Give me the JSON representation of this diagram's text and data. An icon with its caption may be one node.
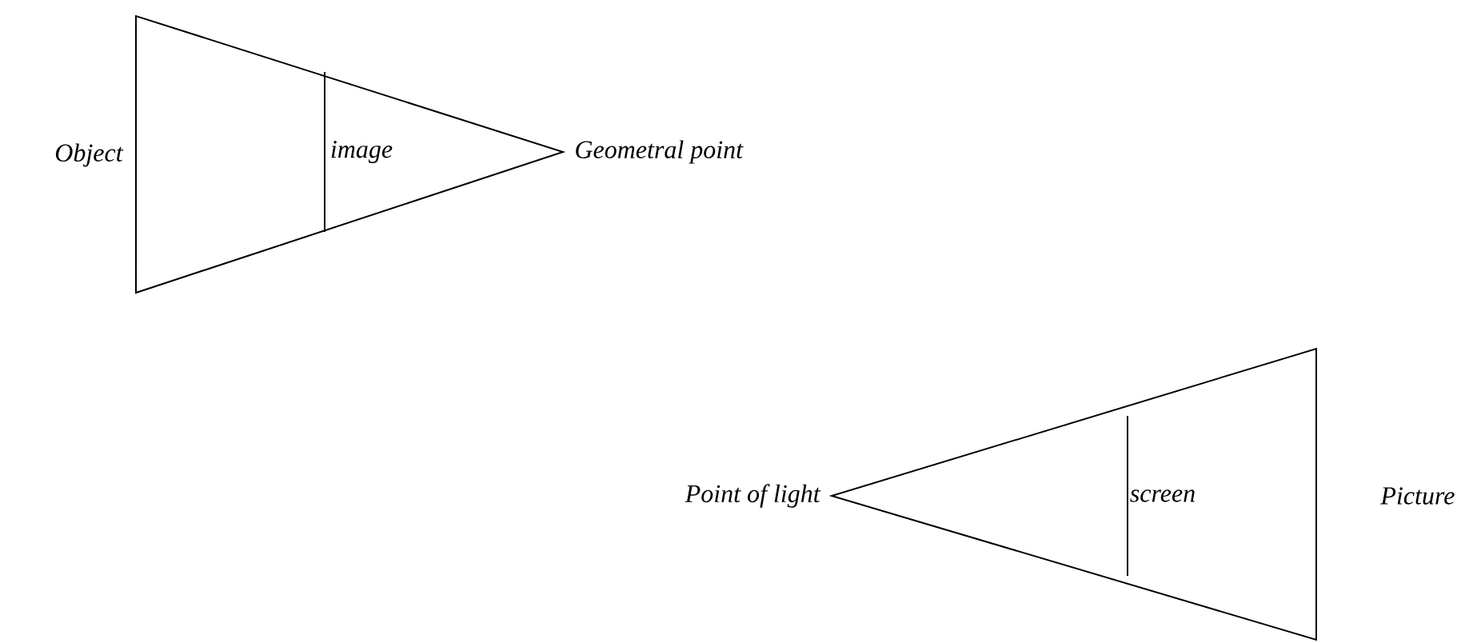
{
  "diagram": {
    "nodes": [
      {
        "text": [
          "image"
        ],
        "beside": [
          "Object",
          "Geometral point"
        ]
      },
      {
        "text": [
          "screen"
        ],
        "beside": [
          "Point of light",
          "Picture"
        ]
      }
    ]
  }
}
